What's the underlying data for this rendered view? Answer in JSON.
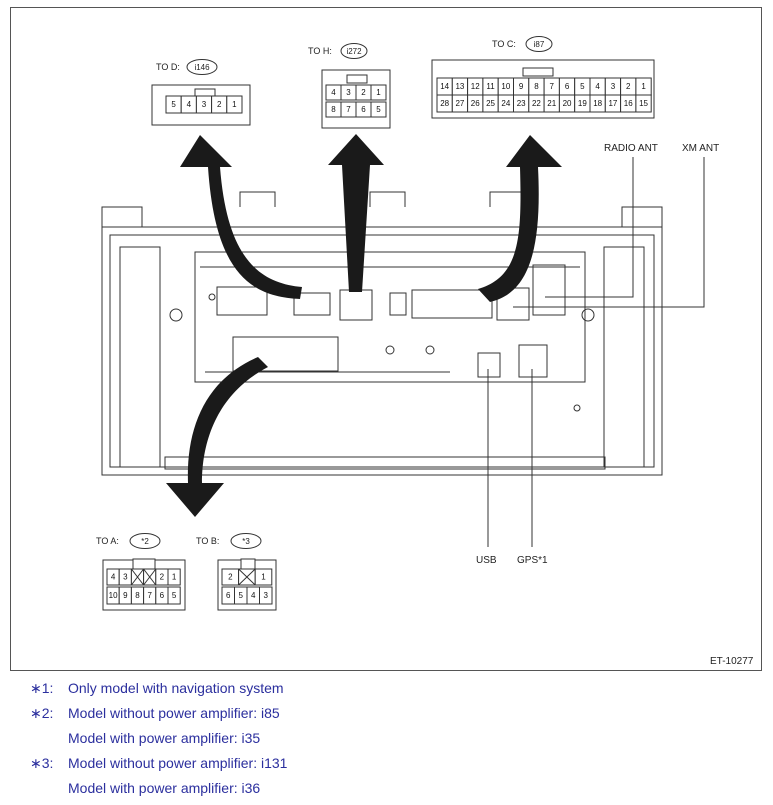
{
  "connectors": {
    "d": {
      "label": "TO  D:",
      "code": "i146",
      "row1": [
        "5",
        "4",
        "3",
        "2",
        "1"
      ]
    },
    "h": {
      "label": "TO  H:",
      "code": "i272",
      "row1": [
        "4",
        "3",
        "2",
        "1"
      ],
      "row2": [
        "8",
        "7",
        "6",
        "5"
      ]
    },
    "c": {
      "label": "TO  C:",
      "code": "i87",
      "row1": [
        "14",
        "13",
        "12",
        "11",
        "10",
        "9",
        "8",
        "7",
        "6",
        "5",
        "4",
        "3",
        "2",
        "1"
      ],
      "row2": [
        "28",
        "27",
        "26",
        "25",
        "24",
        "23",
        "22",
        "21",
        "20",
        "19",
        "18",
        "17",
        "16",
        "15"
      ]
    },
    "a": {
      "label": "TO  A:",
      "code": "*2",
      "row1": [
        "4",
        "3",
        "",
        "",
        "2",
        "1"
      ],
      "row2": [
        "10",
        "9",
        "8",
        "7",
        "6",
        "5"
      ]
    },
    "b": {
      "label": "TO  B:",
      "code": "*3",
      "row1": [
        "2",
        "",
        "1"
      ],
      "row2": [
        "6",
        "5",
        "4",
        "3"
      ]
    }
  },
  "labels": {
    "radio_ant": "RADIO ANT",
    "xm_ant": "XM ANT",
    "usb": "USB",
    "gps": "GPS*1",
    "figure_id": "ET-10277"
  },
  "notes": [
    {
      "mark": "∗1:",
      "text": "Only model with navigation system"
    },
    {
      "mark": "∗2:",
      "text": "Model without power amplifier: i85"
    },
    {
      "mark": "",
      "text": "Model with power amplifier: i35"
    },
    {
      "mark": "∗3:",
      "text": "Model without power amplifier: i131"
    },
    {
      "mark": "",
      "text": "Model with power amplifier: i36"
    }
  ],
  "colors": {
    "note_text": "#2b2f9e",
    "arrow": "#1a1a1a",
    "line": "#333333"
  }
}
